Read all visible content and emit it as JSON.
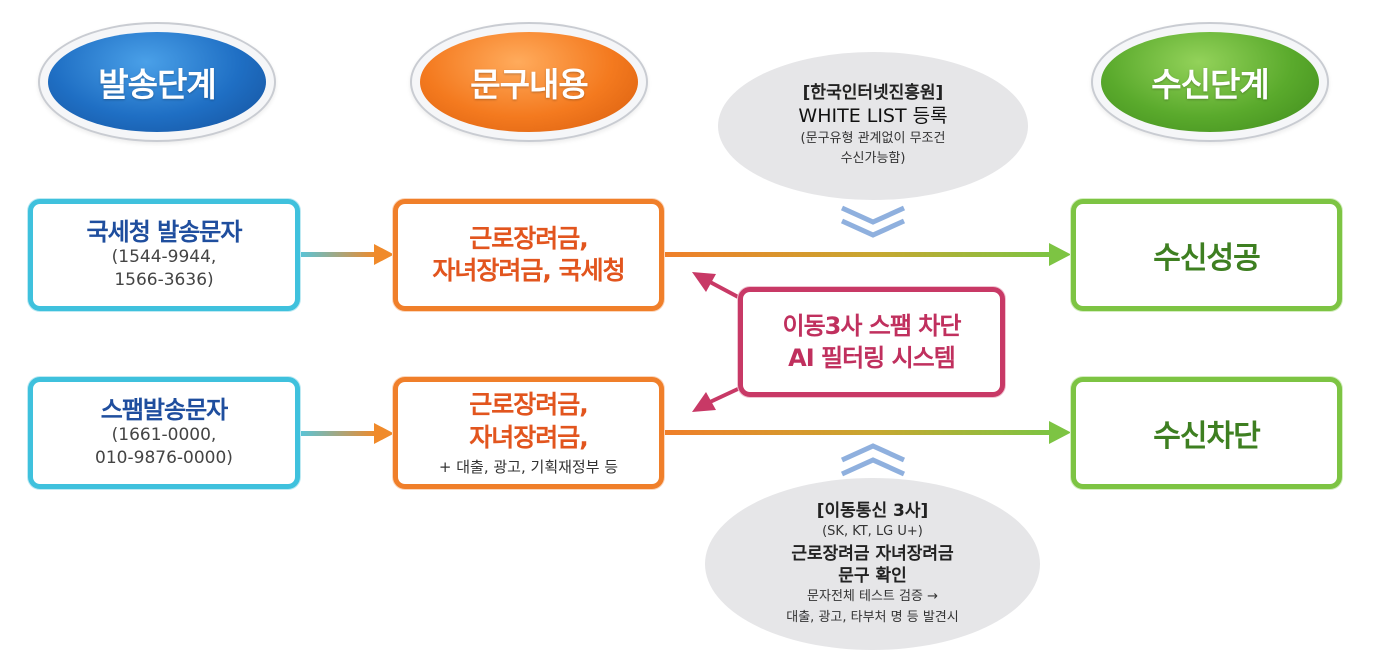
{
  "stages": {
    "send": "발송단계",
    "content": "문구내용",
    "receive": "수신단계"
  },
  "white_list": {
    "org": "[한국인터넷진흥원]",
    "title": "WHITE LIST 등록",
    "note_line1": "(문구유형 관계없이 무조건",
    "note_line2": "수신가능함)"
  },
  "row1": {
    "sender_title": "국세청 발송문자",
    "sender_num1": "(1544-9944,",
    "sender_num2": "1566-3636)",
    "content_line1": "근로장려금,",
    "content_line2": "자녀장려금, 국세청",
    "result": "수신성공"
  },
  "row2": {
    "sender_title": "스팸발송문자",
    "sender_num1": "(1661-0000,",
    "sender_num2": "010-9876-0000)",
    "content_line1": "근로장려금,",
    "content_line2": "자녀장려금,",
    "content_extra": "+ 대출, 광고, 기획재정부 등",
    "result": "수신차단"
  },
  "filter": {
    "line1": "이동3사 스팸 차단",
    "line2": "AI 필터링 시스템"
  },
  "carriers": {
    "title": "[이동통신 3사]",
    "list": "(SK, KT, LG U+)",
    "check_line1": "근로장려금 자녀장려금",
    "check_line2": "문구 확인",
    "note_line1": "문자전체 테스트 검증 →",
    "note_line2": "대출, 광고, 타부처 명 등 발견시"
  },
  "colors": {
    "blue": "#3fc1dd",
    "orange": "#f07f2a",
    "green": "#7dc443",
    "pink": "#c83966",
    "chevron": "#8fb0de"
  }
}
